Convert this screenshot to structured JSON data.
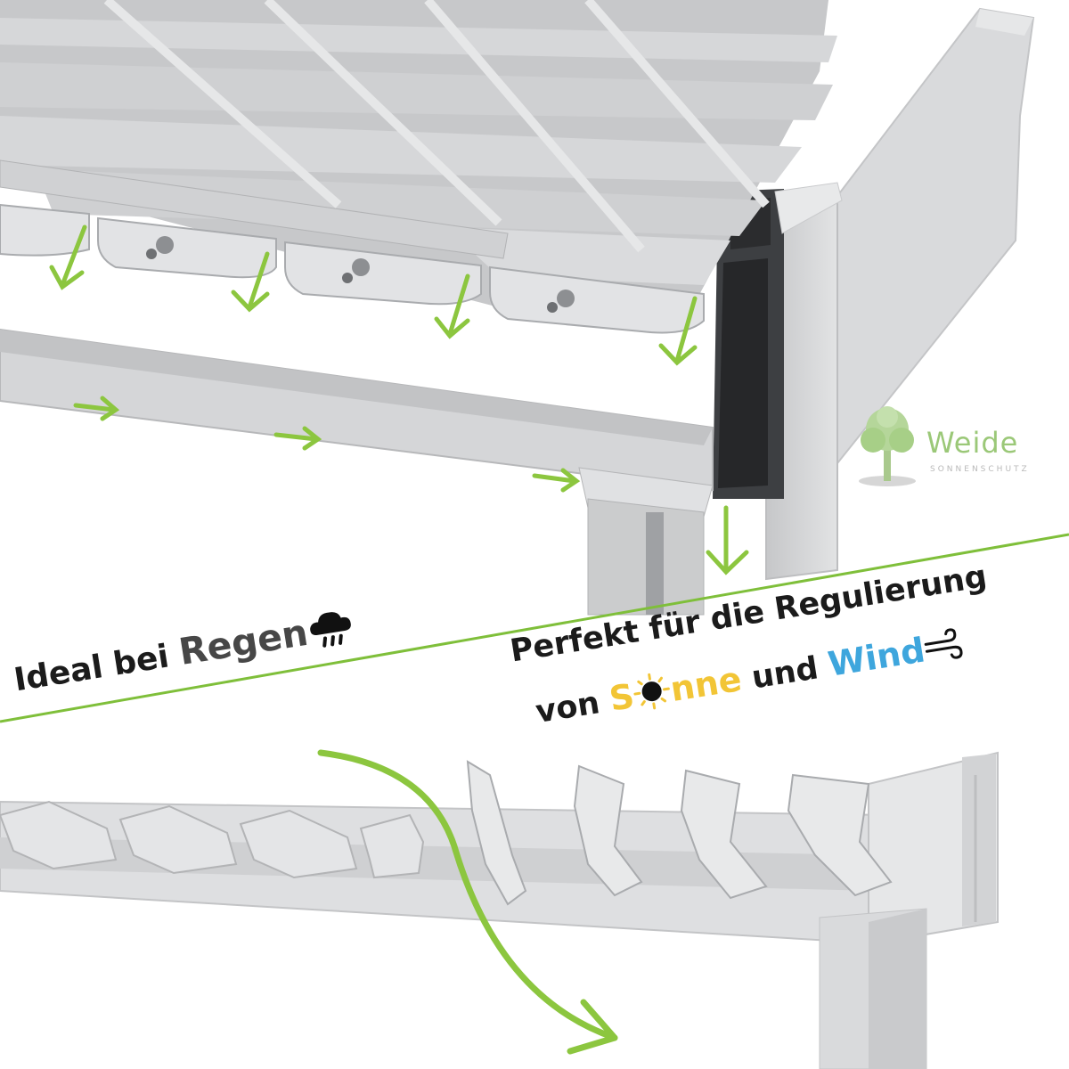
{
  "caption_rain": {
    "prefix": "Ideal bei ",
    "highlight": "Regen"
  },
  "caption_regulation": {
    "line1": "Perfekt für die Regulierung",
    "line2_prefix": "von ",
    "sun_s": "S",
    "sun_rest": "nne",
    "connector": " und ",
    "wind": "Wind"
  },
  "logo": {
    "name": "Weide",
    "subtitle": "SONNENSCHUTZ"
  },
  "colors": {
    "arrow_green": "#8cc63f",
    "divider_green": "#7fbf3a",
    "sun_yellow": "#f2c536",
    "wind_blue": "#3ea6dd",
    "structure_gray": "#d7d8da",
    "shadow_gray": "#a9abae",
    "logo_green": "#9bc878"
  },
  "icons": [
    "rain-cloud-icon",
    "sun-icon",
    "wind-icon",
    "tree-logo-icon"
  ]
}
